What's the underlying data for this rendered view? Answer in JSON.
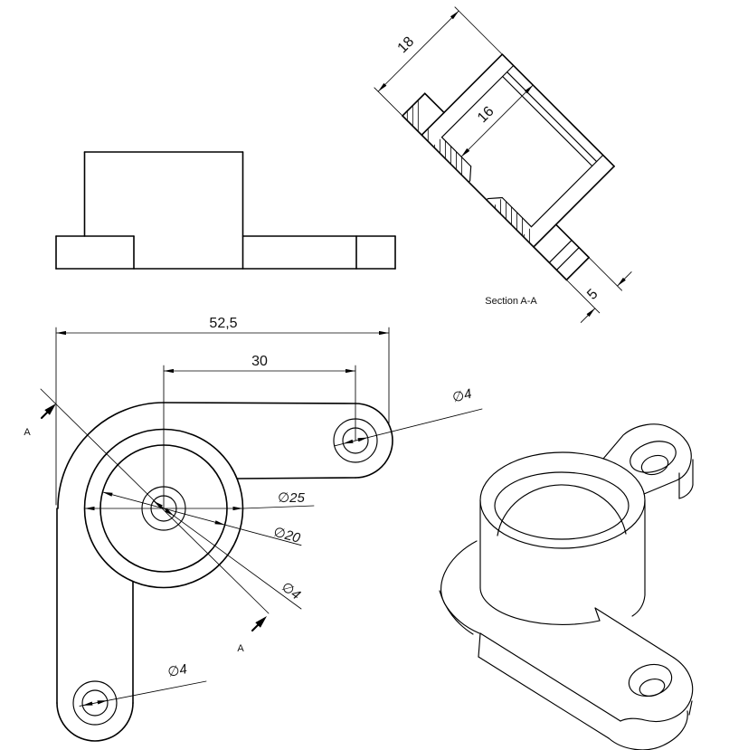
{
  "page": {
    "background": "#ffffff",
    "ink": "#000000"
  },
  "views": {
    "section": {
      "title": "Section A-A",
      "dim_height": "18",
      "dim_bore_depth": "16",
      "dim_plate_thickness": "5"
    },
    "plan": {
      "dim_overall_width": "52,5",
      "dim_hole_distance": "30",
      "dim_boss_diameter": "∅25",
      "dim_bore_diameter": "∅20",
      "dim_center_hole": "∅4",
      "dim_right_lug_hole": "∅4",
      "dim_lower_lug_hole": "∅4",
      "section_mark_top": "A",
      "section_mark_bottom": "A"
    }
  }
}
